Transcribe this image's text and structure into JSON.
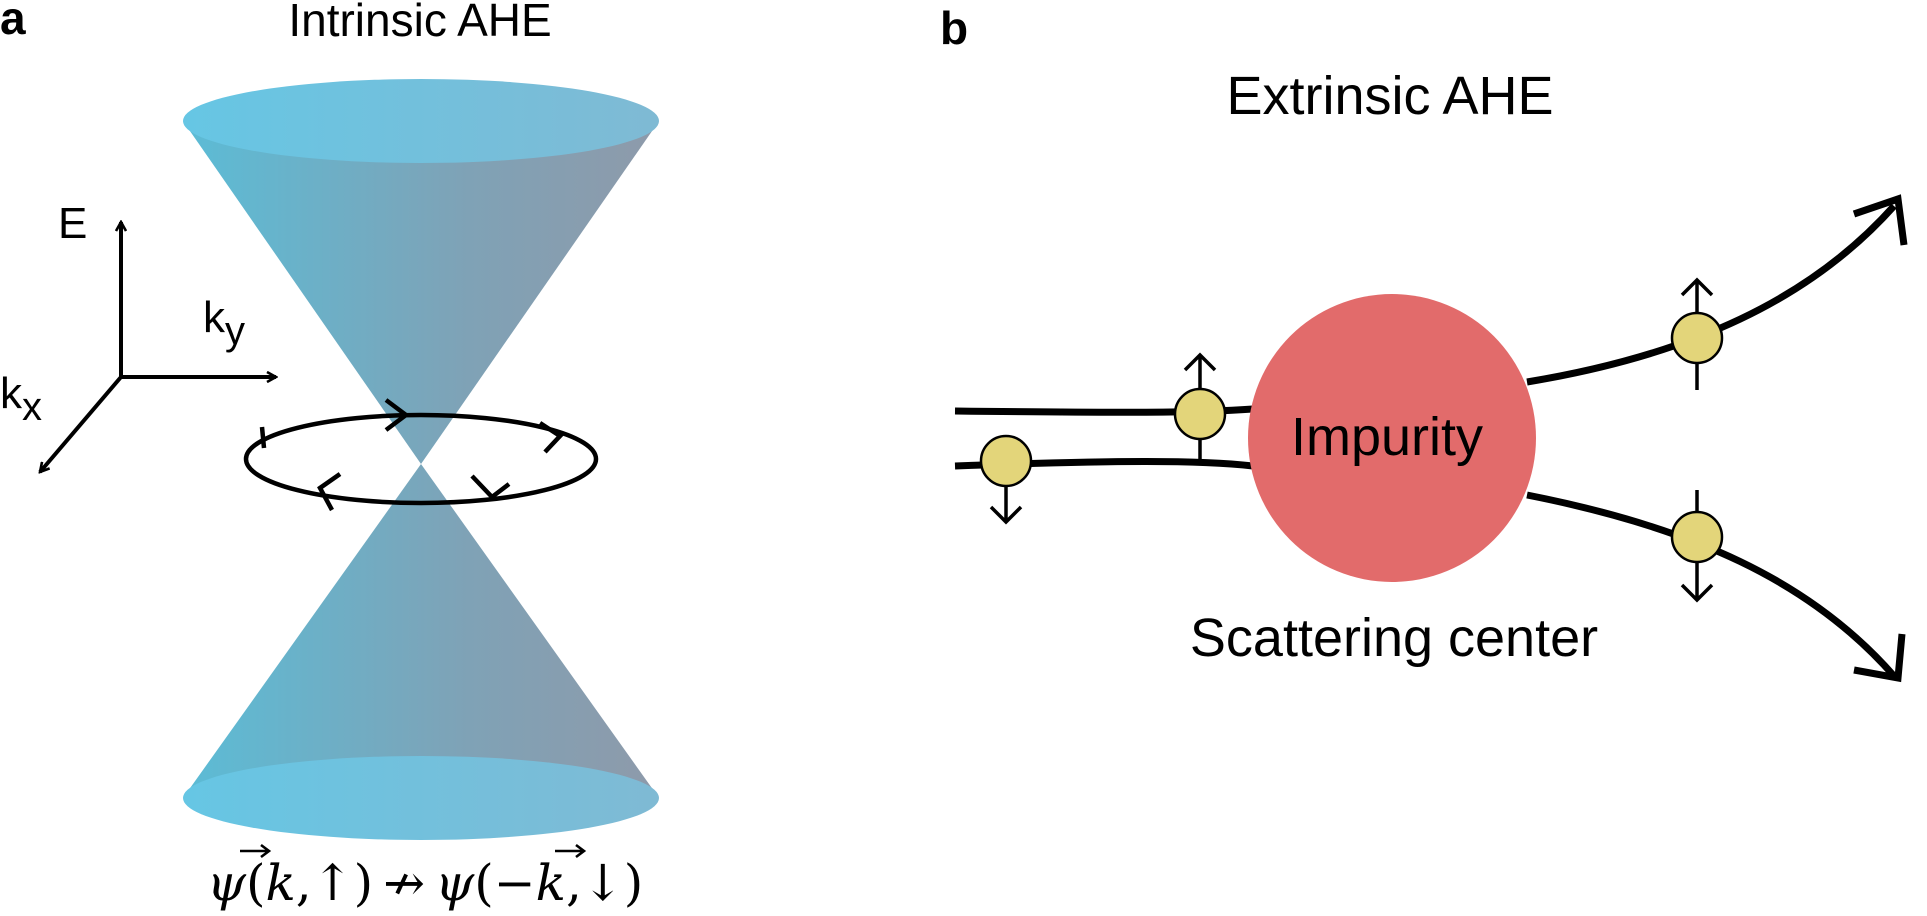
{
  "panel_a": {
    "letter": "a",
    "title": "Intrinsic AHE",
    "axes": {
      "e_label": "E",
      "ky_main": "k",
      "ky_sub": "y",
      "kx_main": "k",
      "kx_sub": "x"
    },
    "equation": {
      "lhs_psi": "ψ",
      "lhs_open": "(",
      "lhs_k": "k",
      "lhs_comma": ",",
      "lhs_spin": "↑",
      "lhs_close": ")",
      "not_arrow": "↛",
      "rhs_psi": "ψ",
      "rhs_open": "(",
      "rhs_minus": "−",
      "rhs_k": "k",
      "rhs_comma": ",",
      "rhs_spin": "↓",
      "rhs_close": ")"
    },
    "cone_gradient": [
      "#5bbcd6",
      "#7fa2b6",
      "#8e9aaa"
    ],
    "cap_color": "#6ec4e2"
  },
  "panel_b": {
    "letter": "b",
    "title": "Extrinsic AHE",
    "impurity_label": "Impurity",
    "scattering_label": "Scattering center",
    "impurity_color": "#e26b6b",
    "electron_color": "#e3d57a"
  }
}
